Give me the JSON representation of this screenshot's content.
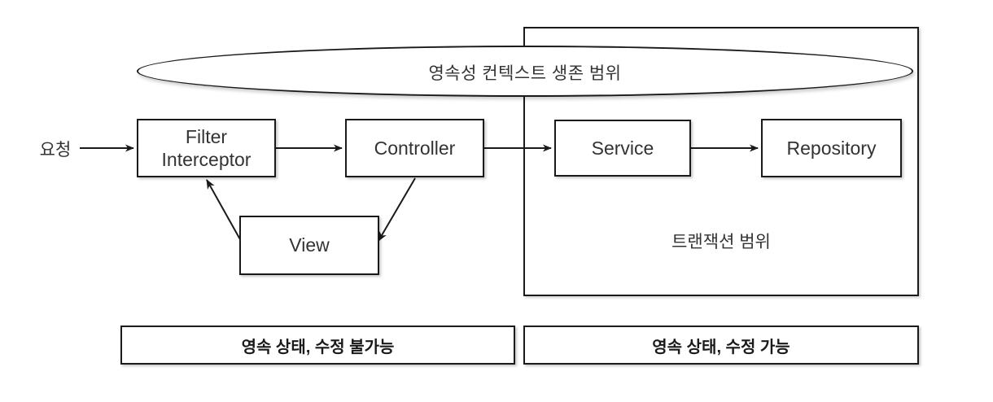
{
  "diagram": {
    "title_scope_ellipse": "영속성 컨텍스트 생존 범위",
    "transaction_scope_label": "트랜잭션 범위",
    "request_label": "요청",
    "nodes": {
      "filter": {
        "line1": "Filter",
        "line2": "Interceptor"
      },
      "controller": {
        "label": "Controller"
      },
      "service": {
        "label": "Service"
      },
      "repository": {
        "label": "Repository"
      },
      "view": {
        "label": "View"
      }
    },
    "state_bars": {
      "left": "영속 상태, 수정 불가능",
      "right": "영속 상태, 수정 가능"
    },
    "colors": {
      "stroke": "#1a1a1a",
      "text": "#333333",
      "background": "#ffffff"
    },
    "arrows": [
      {
        "name": "request-to-filter",
        "from": "요청",
        "to": "Filter Interceptor"
      },
      {
        "name": "filter-to-controller",
        "from": "Filter Interceptor",
        "to": "Controller"
      },
      {
        "name": "controller-to-service",
        "from": "Controller",
        "to": "Service"
      },
      {
        "name": "service-to-repository",
        "from": "Service",
        "to": "Repository"
      },
      {
        "name": "controller-to-view",
        "from": "Controller",
        "to": "View"
      },
      {
        "name": "view-to-filter",
        "from": "View",
        "to": "Filter Interceptor"
      }
    ]
  }
}
